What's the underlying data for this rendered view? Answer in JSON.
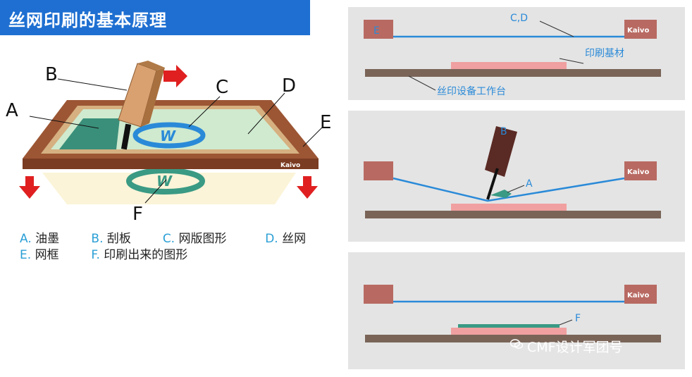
{
  "title": "丝网印刷的基本原理",
  "left_diagram": {
    "labels": {
      "A": "A",
      "B": "B",
      "C": "C",
      "D": "D",
      "E": "E",
      "F": "F"
    },
    "brand": "Kaivo",
    "logo_letter": "W"
  },
  "legend": {
    "row1": [
      {
        "key": "A.",
        "text": "油墨"
      },
      {
        "key": "B.",
        "text": "刮板"
      },
      {
        "key": "C.",
        "text": "网版图形"
      },
      {
        "key": "D.",
        "text": "丝网"
      }
    ],
    "row2": [
      {
        "key": "E.",
        "text": "网框"
      },
      {
        "key": "F.",
        "text": "印刷出来的图形"
      }
    ]
  },
  "panel1": {
    "label_cd": "C,D",
    "label_e": "E",
    "label_substrate": "印刷基材",
    "label_table": "丝印设备工作台",
    "brand": "Kaivo"
  },
  "panel2": {
    "label_b": "B",
    "label_a": "A",
    "brand": "Kaivo"
  },
  "panel3": {
    "label_f": "F",
    "brand": "Kaivo"
  },
  "watermark": "CMF设计军团号",
  "colors": {
    "title_bg": "#1e6fd1",
    "legend_key": "#2a9fd6",
    "frame": "#8b4a32",
    "mesh": "#cfeacf",
    "ink": "#3a8f7a",
    "squeegee": "#d9a070",
    "arrow": "#e02020",
    "panel_bg": "#e4e4e4",
    "screen_line": "#2a8ad8",
    "block": "#b86a62",
    "substrate": "#f0a0a0",
    "table": "#7a6458"
  }
}
